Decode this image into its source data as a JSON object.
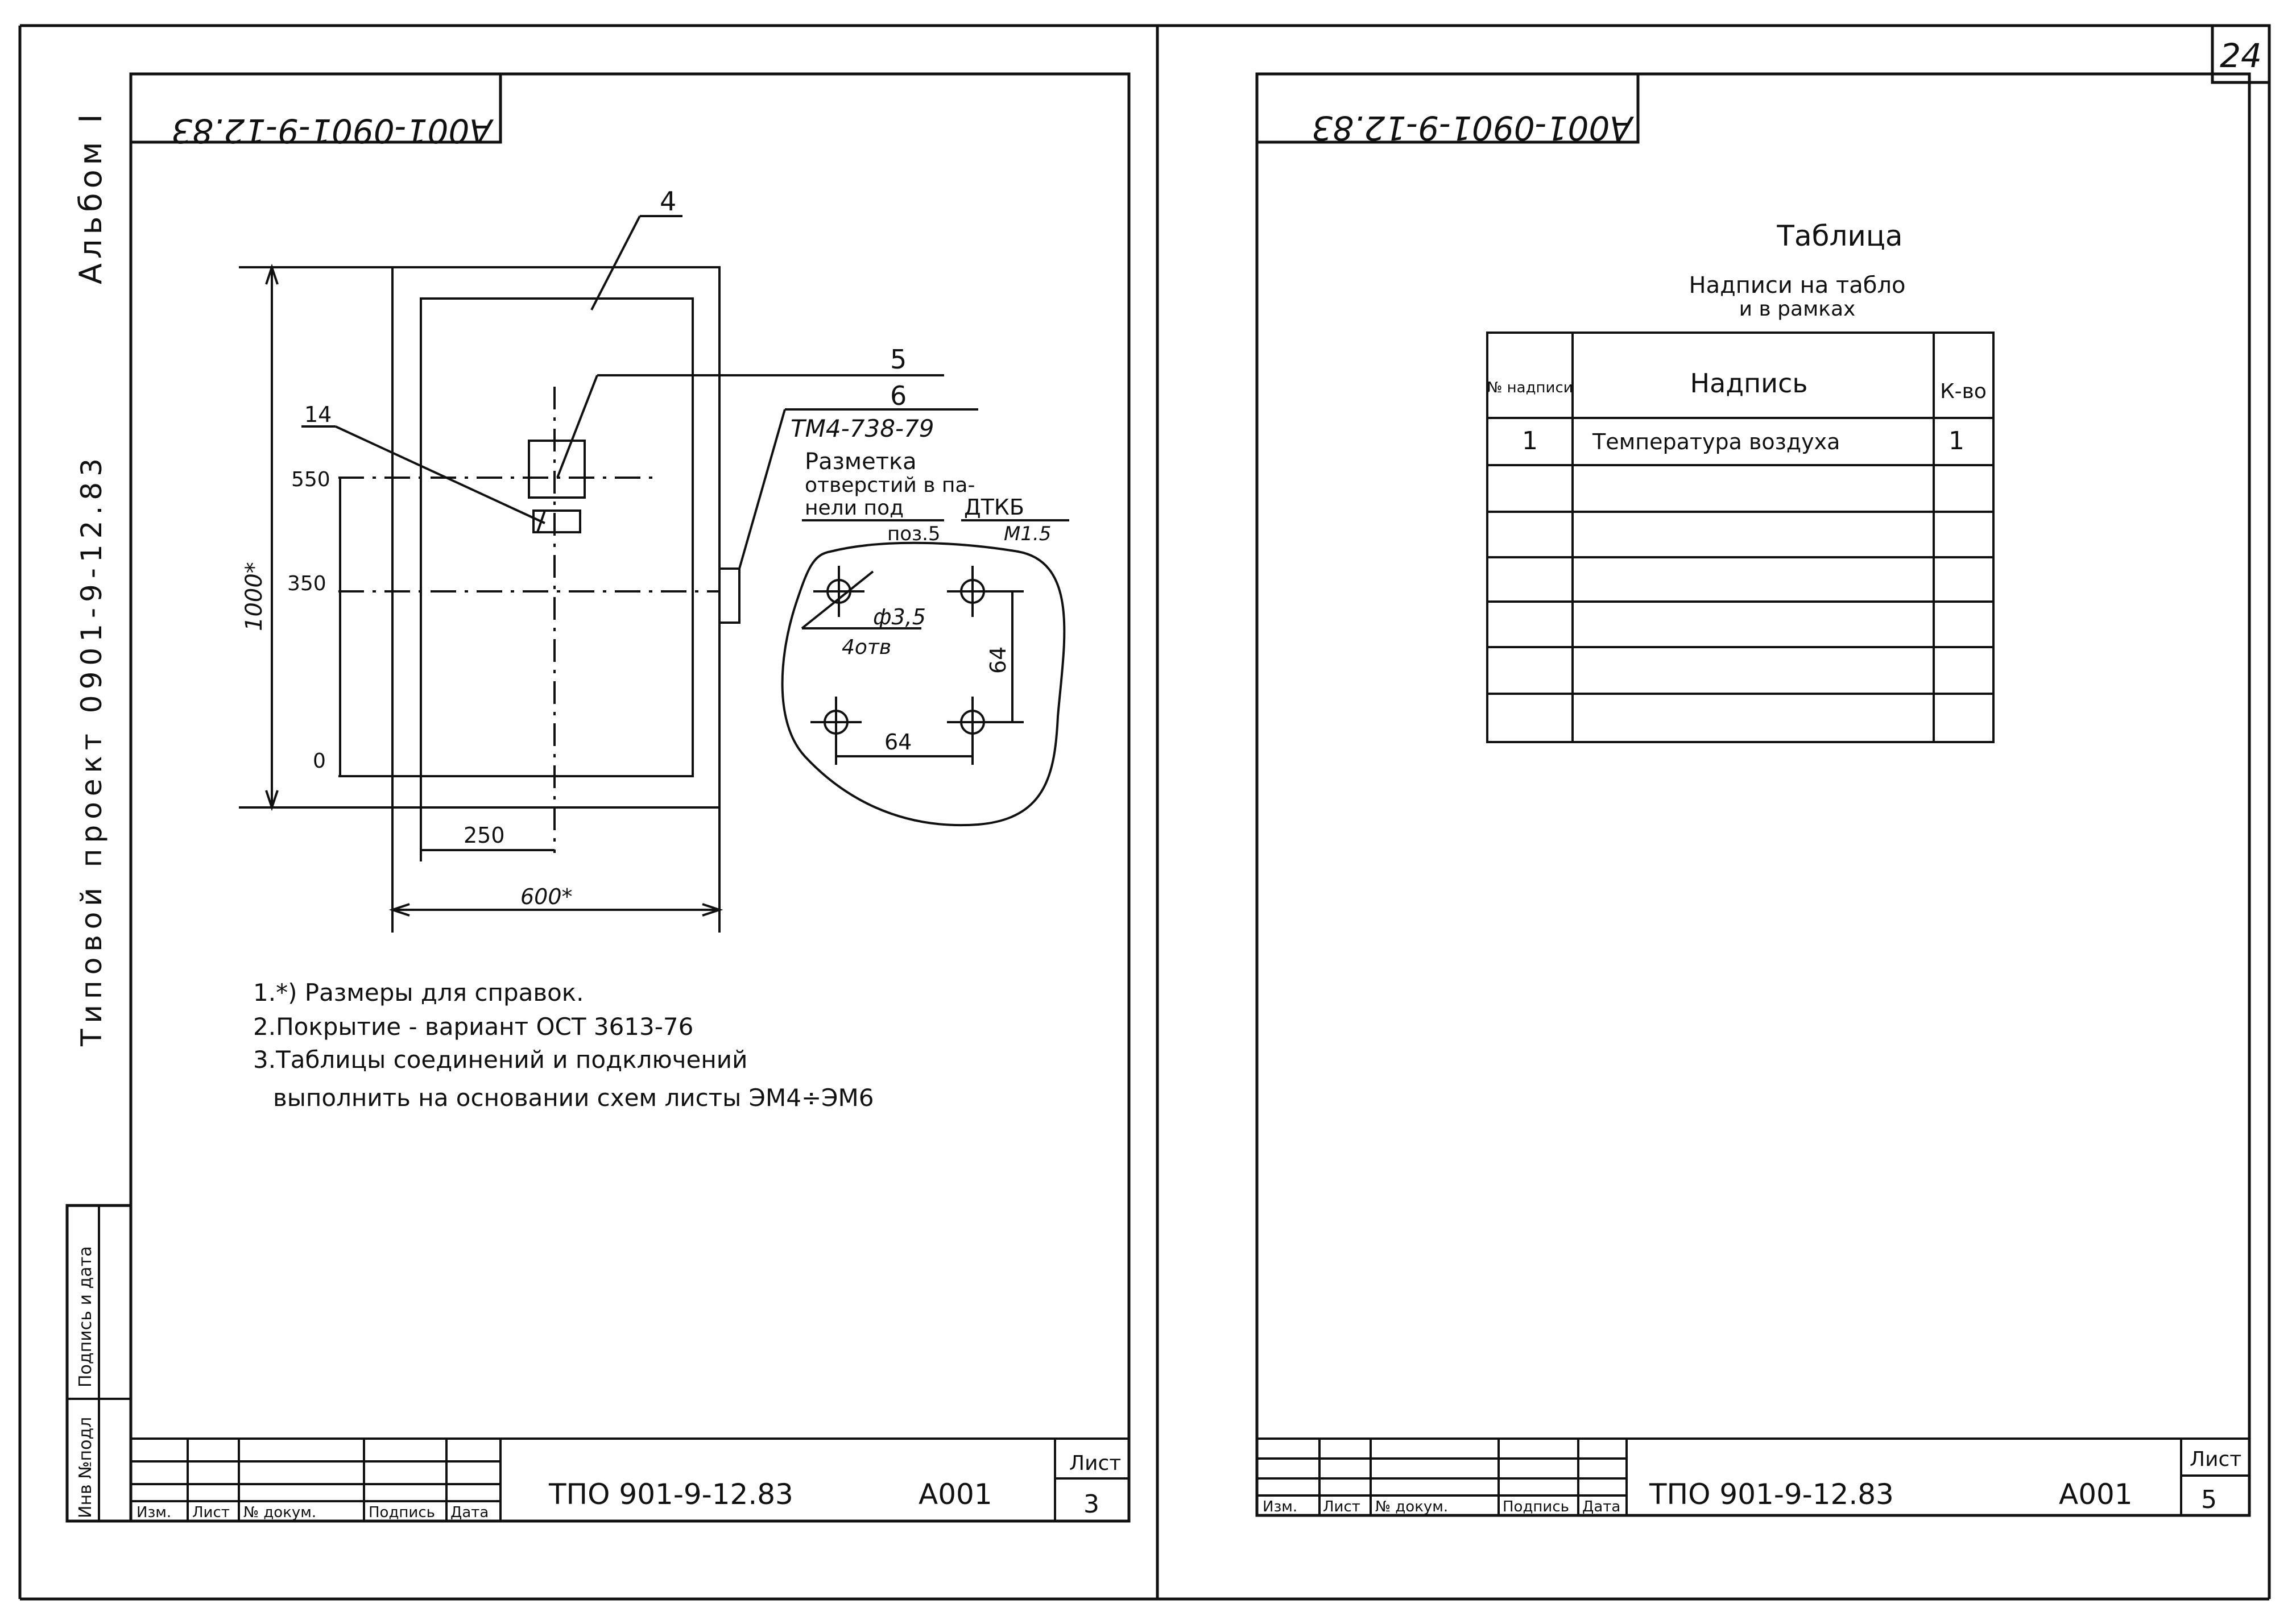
{
  "page_number": "24",
  "left_margin": {
    "album": "Альбом Ⅰ",
    "project": "Типовой проект 0901-9-12.83",
    "stamp_labels": [
      "Инв №подл",
      "Подпись и дата"
    ]
  },
  "left_sheet": {
    "code_flipped": "A001-0901-9-12.83",
    "drawing": {
      "callout_4": "4",
      "callout_5": "5",
      "callout_6": "6",
      "callout_14": "14",
      "ref_tm": "ТМ4-738-79",
      "dim_550": "550",
      "dim_350": "350",
      "dim_0": "0",
      "dim_1000": "1000*",
      "dim_250": "250",
      "dim_600": "600*"
    },
    "detail": {
      "title_lines": [
        "Разметка",
        "отверстий в па-",
        "нели под"
      ],
      "pos": "поз.5",
      "dtkb": "ДТКБ",
      "m": "М1.5",
      "hole_dia": "ф3,5",
      "hole_count": "4отв",
      "dim_64_v": "64",
      "dim_64_h": "64"
    },
    "notes": [
      "1.*) Размеры для справок.",
      "2.Покрытие - вариант    ОСТ 3613-76",
      "3.Таблицы соединений и подключений",
      "выполнить на основании схем листы ЭМ4÷ЭМ6"
    ],
    "title_block": {
      "headers": [
        "Изм.",
        "Лист",
        "№ докум.",
        "Подпись",
        "Дата"
      ],
      "doc_code": "ТПО 901-9-12.83",
      "album_code": "А001",
      "sheet_label": "Лист",
      "sheet_no": "3"
    }
  },
  "right_sheet": {
    "code_flipped": "A001-0901-9-12.83",
    "table_title": "Таблица",
    "table_subtitle": [
      "Надписи на табло",
      "и в рамках"
    ],
    "table": {
      "columns": [
        "№ надписи",
        "Надпись",
        "К-во"
      ],
      "rows": [
        [
          "1",
          "Температура воздуха",
          "1"
        ],
        [
          "",
          "",
          ""
        ],
        [
          "",
          "",
          ""
        ],
        [
          "",
          "",
          ""
        ],
        [
          "",
          "",
          ""
        ],
        [
          "",
          "",
          ""
        ],
        [
          "",
          "",
          ""
        ]
      ]
    },
    "title_block": {
      "headers": [
        "Изм.",
        "Лист",
        "№ докум.",
        "Подпись",
        "Дата"
      ],
      "doc_code": "ТПО 901-9-12.83",
      "album_code": "А001",
      "sheet_label": "Лист",
      "sheet_no": "5"
    }
  }
}
